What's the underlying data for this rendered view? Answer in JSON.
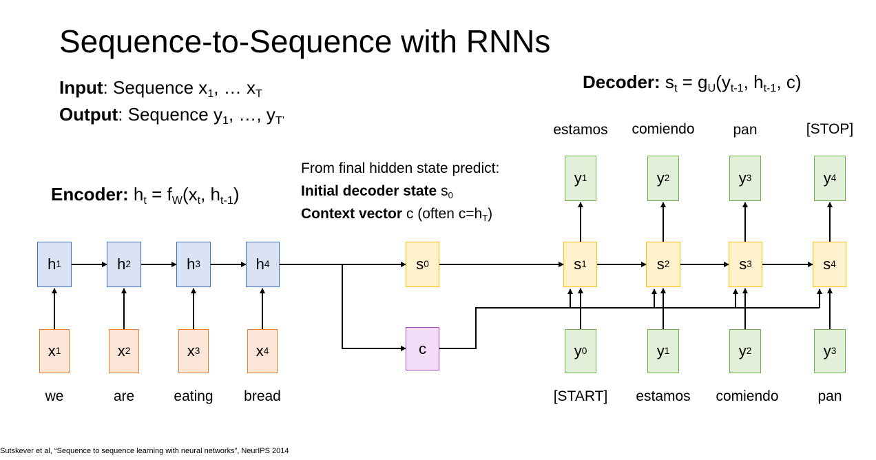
{
  "title": "Sequence-to-Sequence with RNNs",
  "io": {
    "input_label": "Input",
    "input_text": ": Sequence x",
    "input_sub1": "1",
    "input_mid": ", … x",
    "input_subT": "T",
    "output_label": "Output",
    "output_text": ": Sequence y",
    "output_sub1": "1",
    "output_mid": ", …, y",
    "output_subT": "T’"
  },
  "encoder": {
    "label": "Encoder:",
    "eq_h": " h",
    "eq_t": "t",
    "eq_eq": " = f",
    "eq_W": "W",
    "eq_open": "(x",
    "eq_t2": "t",
    "eq_comma": ", h",
    "eq_tm1": "t-1",
    "eq_close": ")",
    "hidden": [
      {
        "main": "h",
        "sub": "1"
      },
      {
        "main": "h",
        "sub": "2"
      },
      {
        "main": "h",
        "sub": "3"
      },
      {
        "main": "h",
        "sub": "4"
      }
    ],
    "inputs": [
      {
        "main": "x",
        "sub": "1"
      },
      {
        "main": "x",
        "sub": "2"
      },
      {
        "main": "x",
        "sub": "3"
      },
      {
        "main": "x",
        "sub": "4"
      }
    ],
    "words": [
      "we",
      "are",
      "eating",
      "bread"
    ]
  },
  "decoder": {
    "label": "Decoder:",
    "eq_s": " s",
    "eq_t": "t",
    "eq_eq": " = g",
    "eq_U": "U",
    "eq_open": "(y",
    "eq_tm1a": "t-1",
    "eq_comma": ", h",
    "eq_tm1b": "t-1",
    "eq_close": ", c)",
    "initial": {
      "main": "s",
      "sub": "0"
    },
    "context": {
      "main": "c"
    },
    "states": [
      {
        "main": "s",
        "sub": "1"
      },
      {
        "main": "s",
        "sub": "2"
      },
      {
        "main": "s",
        "sub": "3"
      },
      {
        "main": "s",
        "sub": "4"
      }
    ],
    "outputs": [
      {
        "main": "y",
        "sub": "1"
      },
      {
        "main": "y",
        "sub": "2"
      },
      {
        "main": "y",
        "sub": "3"
      },
      {
        "main": "y",
        "sub": "4"
      }
    ],
    "inputs": [
      {
        "main": "y",
        "sub": "0"
      },
      {
        "main": "y",
        "sub": "1"
      },
      {
        "main": "y",
        "sub": "2"
      },
      {
        "main": "y",
        "sub": "3"
      }
    ],
    "output_words": [
      "estamos",
      "comiendo",
      "pan",
      "[STOP]"
    ],
    "input_words": [
      "[START]",
      "estamos",
      "comiendo",
      "pan"
    ]
  },
  "note": {
    "line1": "From final hidden state predict:",
    "line2_bold": "Initial decoder state",
    "line2_text": " s",
    "line2_sub": "0",
    "line3_bold": "Context vector",
    "line3_text": " c (often c=h",
    "line3_sub": "T",
    "line3_close": ")"
  },
  "citation": "Sutskever et al, “Sequence to sequence learning with neural networks”, NeurIPS 2014",
  "colors": {
    "encoder_hidden": "#dae3f3",
    "encoder_input": "#fbe5d6",
    "decoder_state": "#fff2cc",
    "decoder_token": "#e2f0d9",
    "context": "#f2dcf7"
  }
}
